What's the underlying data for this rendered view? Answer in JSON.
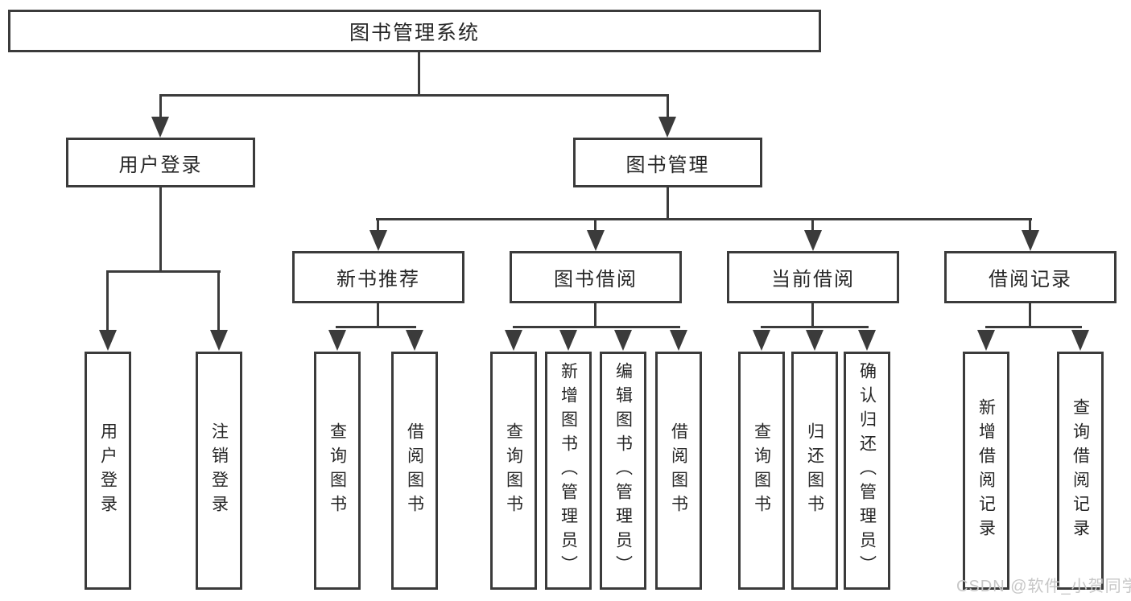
{
  "title": {
    "label": "图书管理系统"
  },
  "branches": {
    "user": {
      "label": "用户登录",
      "children": [
        {
          "label": "用户登录"
        },
        {
          "label": "注销登录"
        }
      ]
    },
    "book": {
      "label": "图书管理",
      "sections": [
        {
          "label": "新书推荐",
          "children": [
            {
              "label": "查询图书"
            },
            {
              "label": "借阅图书"
            }
          ]
        },
        {
          "label": "图书借阅",
          "children": [
            {
              "label": "查询图书"
            },
            {
              "label": "新增图书（管理员）"
            },
            {
              "label": "编辑图书（管理员）"
            },
            {
              "label": "借阅图书"
            }
          ]
        },
        {
          "label": "当前借阅",
          "children": [
            {
              "label": "查询图书"
            },
            {
              "label": "归还图书"
            },
            {
              "label": "确认归还（管理员）"
            }
          ]
        },
        {
          "label": "借阅记录",
          "children": [
            {
              "label": "新增借阅记录"
            },
            {
              "label": "查询借阅记录"
            }
          ]
        }
      ]
    }
  },
  "watermark": {
    "text": "CSDN @软件_小贺同学"
  },
  "colors": {
    "line": "#3b3b3b",
    "text": "#262626",
    "background": "#ffffff",
    "watermark": "#c7c7c7"
  }
}
